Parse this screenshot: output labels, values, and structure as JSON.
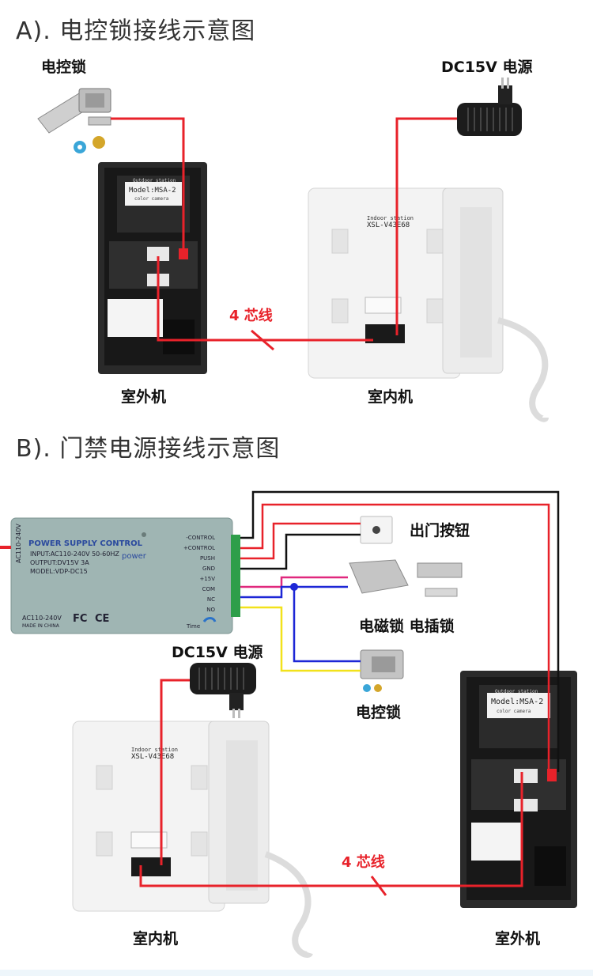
{
  "section_a": {
    "title": "A). 电控锁接线示意图",
    "lock_label": "电控锁",
    "power_label": "DC15V 电源",
    "outdoor_label": "室外机",
    "indoor_label": "室内机",
    "wire_label": "4 芯线",
    "outdoor_model": "Model:MSA-2",
    "outdoor_sub1": "Outdoor station",
    "outdoor_sub2": "color camera",
    "indoor_sub1": "Indoor station",
    "indoor_model": "XSL-V43E68"
  },
  "section_b": {
    "title": "B). 门禁电源接线示意图",
    "psu_title": "POWER SUPPLY CONTROL",
    "psu_power": "power",
    "psu_input": "INPUT:AC110-240V 50-60HZ",
    "psu_output": "OUTPUT:DV15V 3A",
    "psu_model": "MODEL:VDP-DC15",
    "psu_ac": "AC110-240V",
    "psu_made": "MADE IN CHINA",
    "psu_side": "AC110-240V",
    "psu_fc": "FC",
    "psu_ce": "CE",
    "psu_time": "Time",
    "terminals": [
      "-CONTROL",
      "+CONTROL",
      "PUSH",
      "GND",
      "+15V",
      "COM",
      "NC",
      "NO"
    ],
    "exit_button_label": "出门按钮",
    "maglock_label": "电磁锁 电插锁",
    "elock_label": "电控锁",
    "power_label": "DC15V 电源",
    "indoor_label": "室内机",
    "outdoor_label": "室外机",
    "wire_label": "4 芯线",
    "outdoor_model": "Model:MSA-2",
    "outdoor_sub1": "Outdoor station",
    "outdoor_sub2": "color camera",
    "indoor_sub1": "Indoor station",
    "indoor_model": "XSL-V43E68"
  },
  "colors": {
    "red_wire": "#e8222a",
    "black_wire": "#111111",
    "blue_wire": "#1d27d6",
    "yellow_wire": "#f2e21b",
    "pink_wire": "#e0287d"
  }
}
